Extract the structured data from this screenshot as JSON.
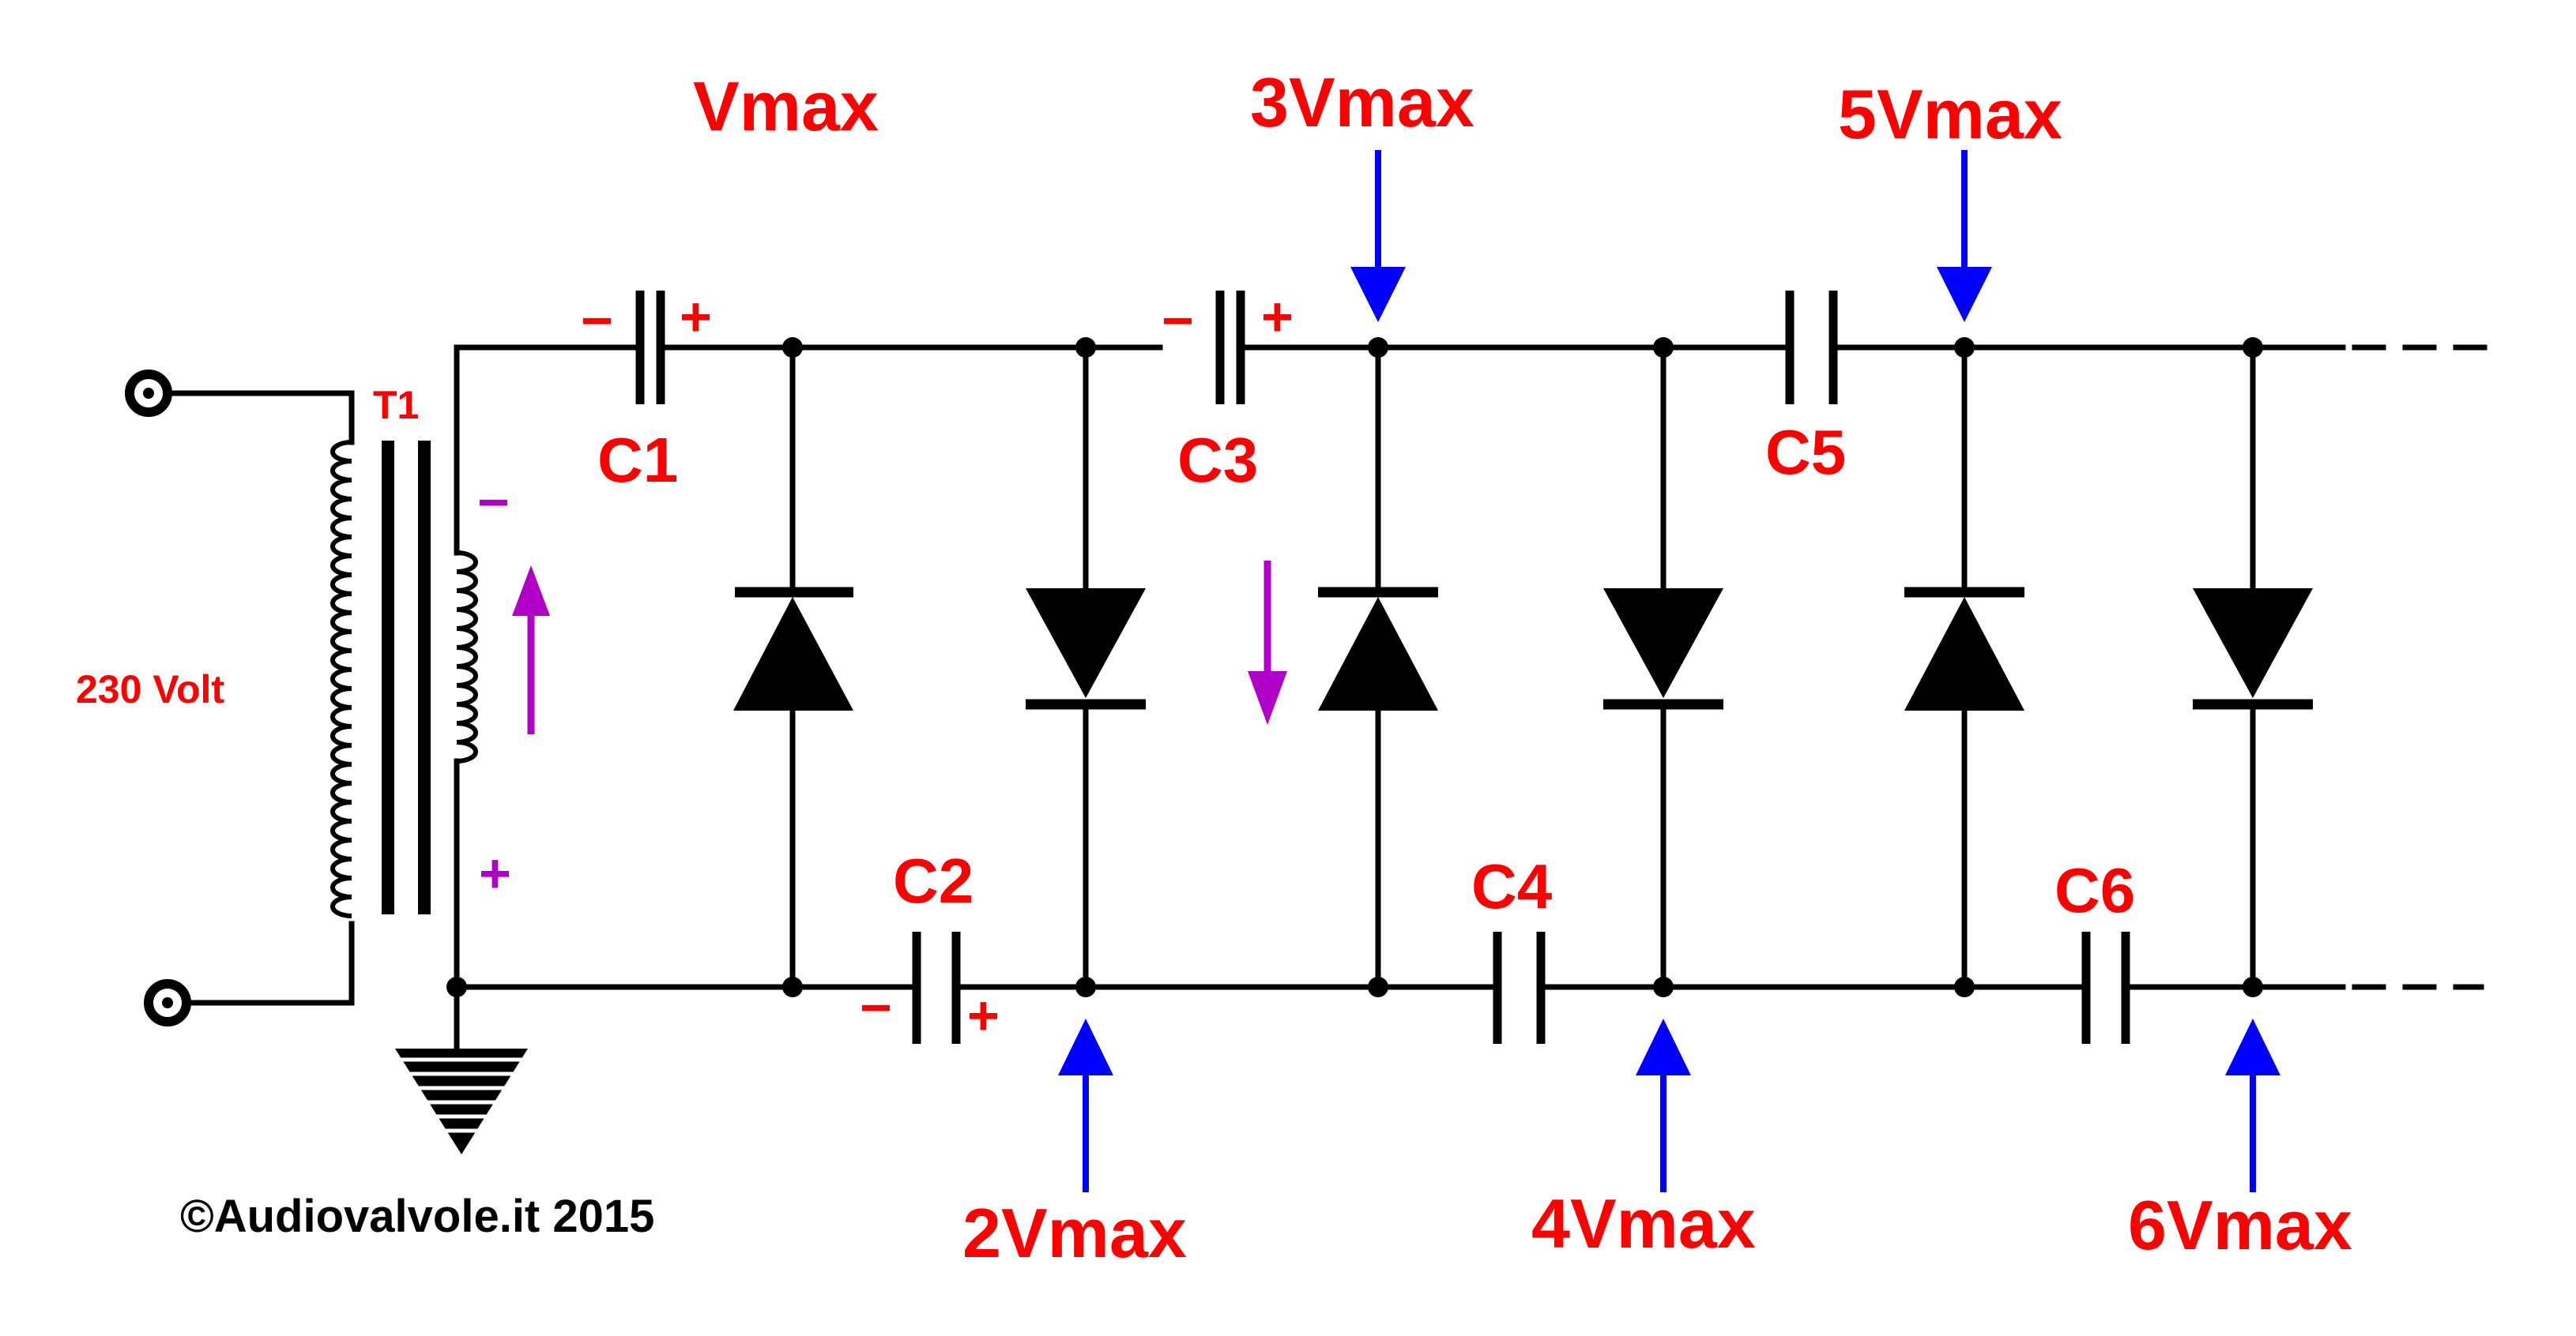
{
  "input": {
    "voltage_label": "230 Volt"
  },
  "transformer": {
    "label": "T1",
    "secondary_top_polarity": "−",
    "secondary_bottom_polarity": "+"
  },
  "capacitors": [
    {
      "label": "C1",
      "minus": "−",
      "plus": "+"
    },
    {
      "label": "C2",
      "minus": "−",
      "plus": "+"
    },
    {
      "label": "C3",
      "minus": "−",
      "plus": "+"
    },
    {
      "label": "C4"
    },
    {
      "label": "C5"
    },
    {
      "label": "C6"
    }
  ],
  "voltages": {
    "v1": "Vmax",
    "v2": "2Vmax",
    "v3": "3Vmax",
    "v4": "4Vmax",
    "v5": "5Vmax",
    "v6": "6Vmax"
  },
  "copyright": "©Audiovalvole.it 2015",
  "colors": {
    "label": "#ff0000",
    "arrow_tap": "#0000ff",
    "arrow_current": "#b000c8",
    "line": "#000000"
  }
}
